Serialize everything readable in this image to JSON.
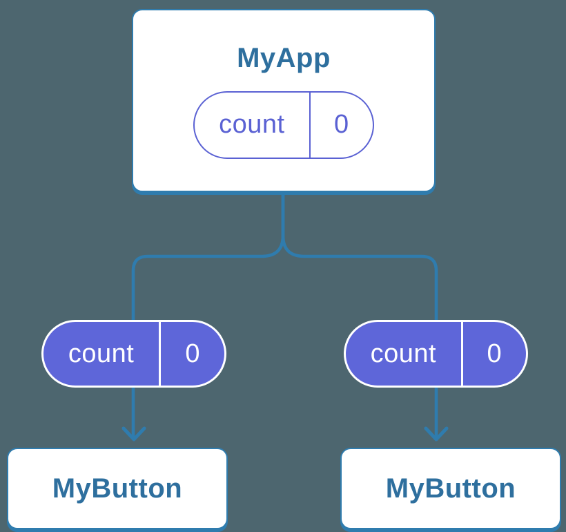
{
  "colors": {
    "background": "#4D666F",
    "connector": "#2F7CAE",
    "node_border": "#2F7CAE",
    "node_title": "#2E6F9E",
    "state_purple": "#5A61D3",
    "state_fill": "#5E66D9"
  },
  "tree": {
    "root": {
      "title": "MyApp",
      "state": {
        "name": "count",
        "value": "0"
      }
    },
    "children": [
      {
        "title": "MyButton",
        "prop": {
          "name": "count",
          "value": "0"
        }
      },
      {
        "title": "MyButton",
        "prop": {
          "name": "count",
          "value": "0"
        }
      }
    ]
  }
}
